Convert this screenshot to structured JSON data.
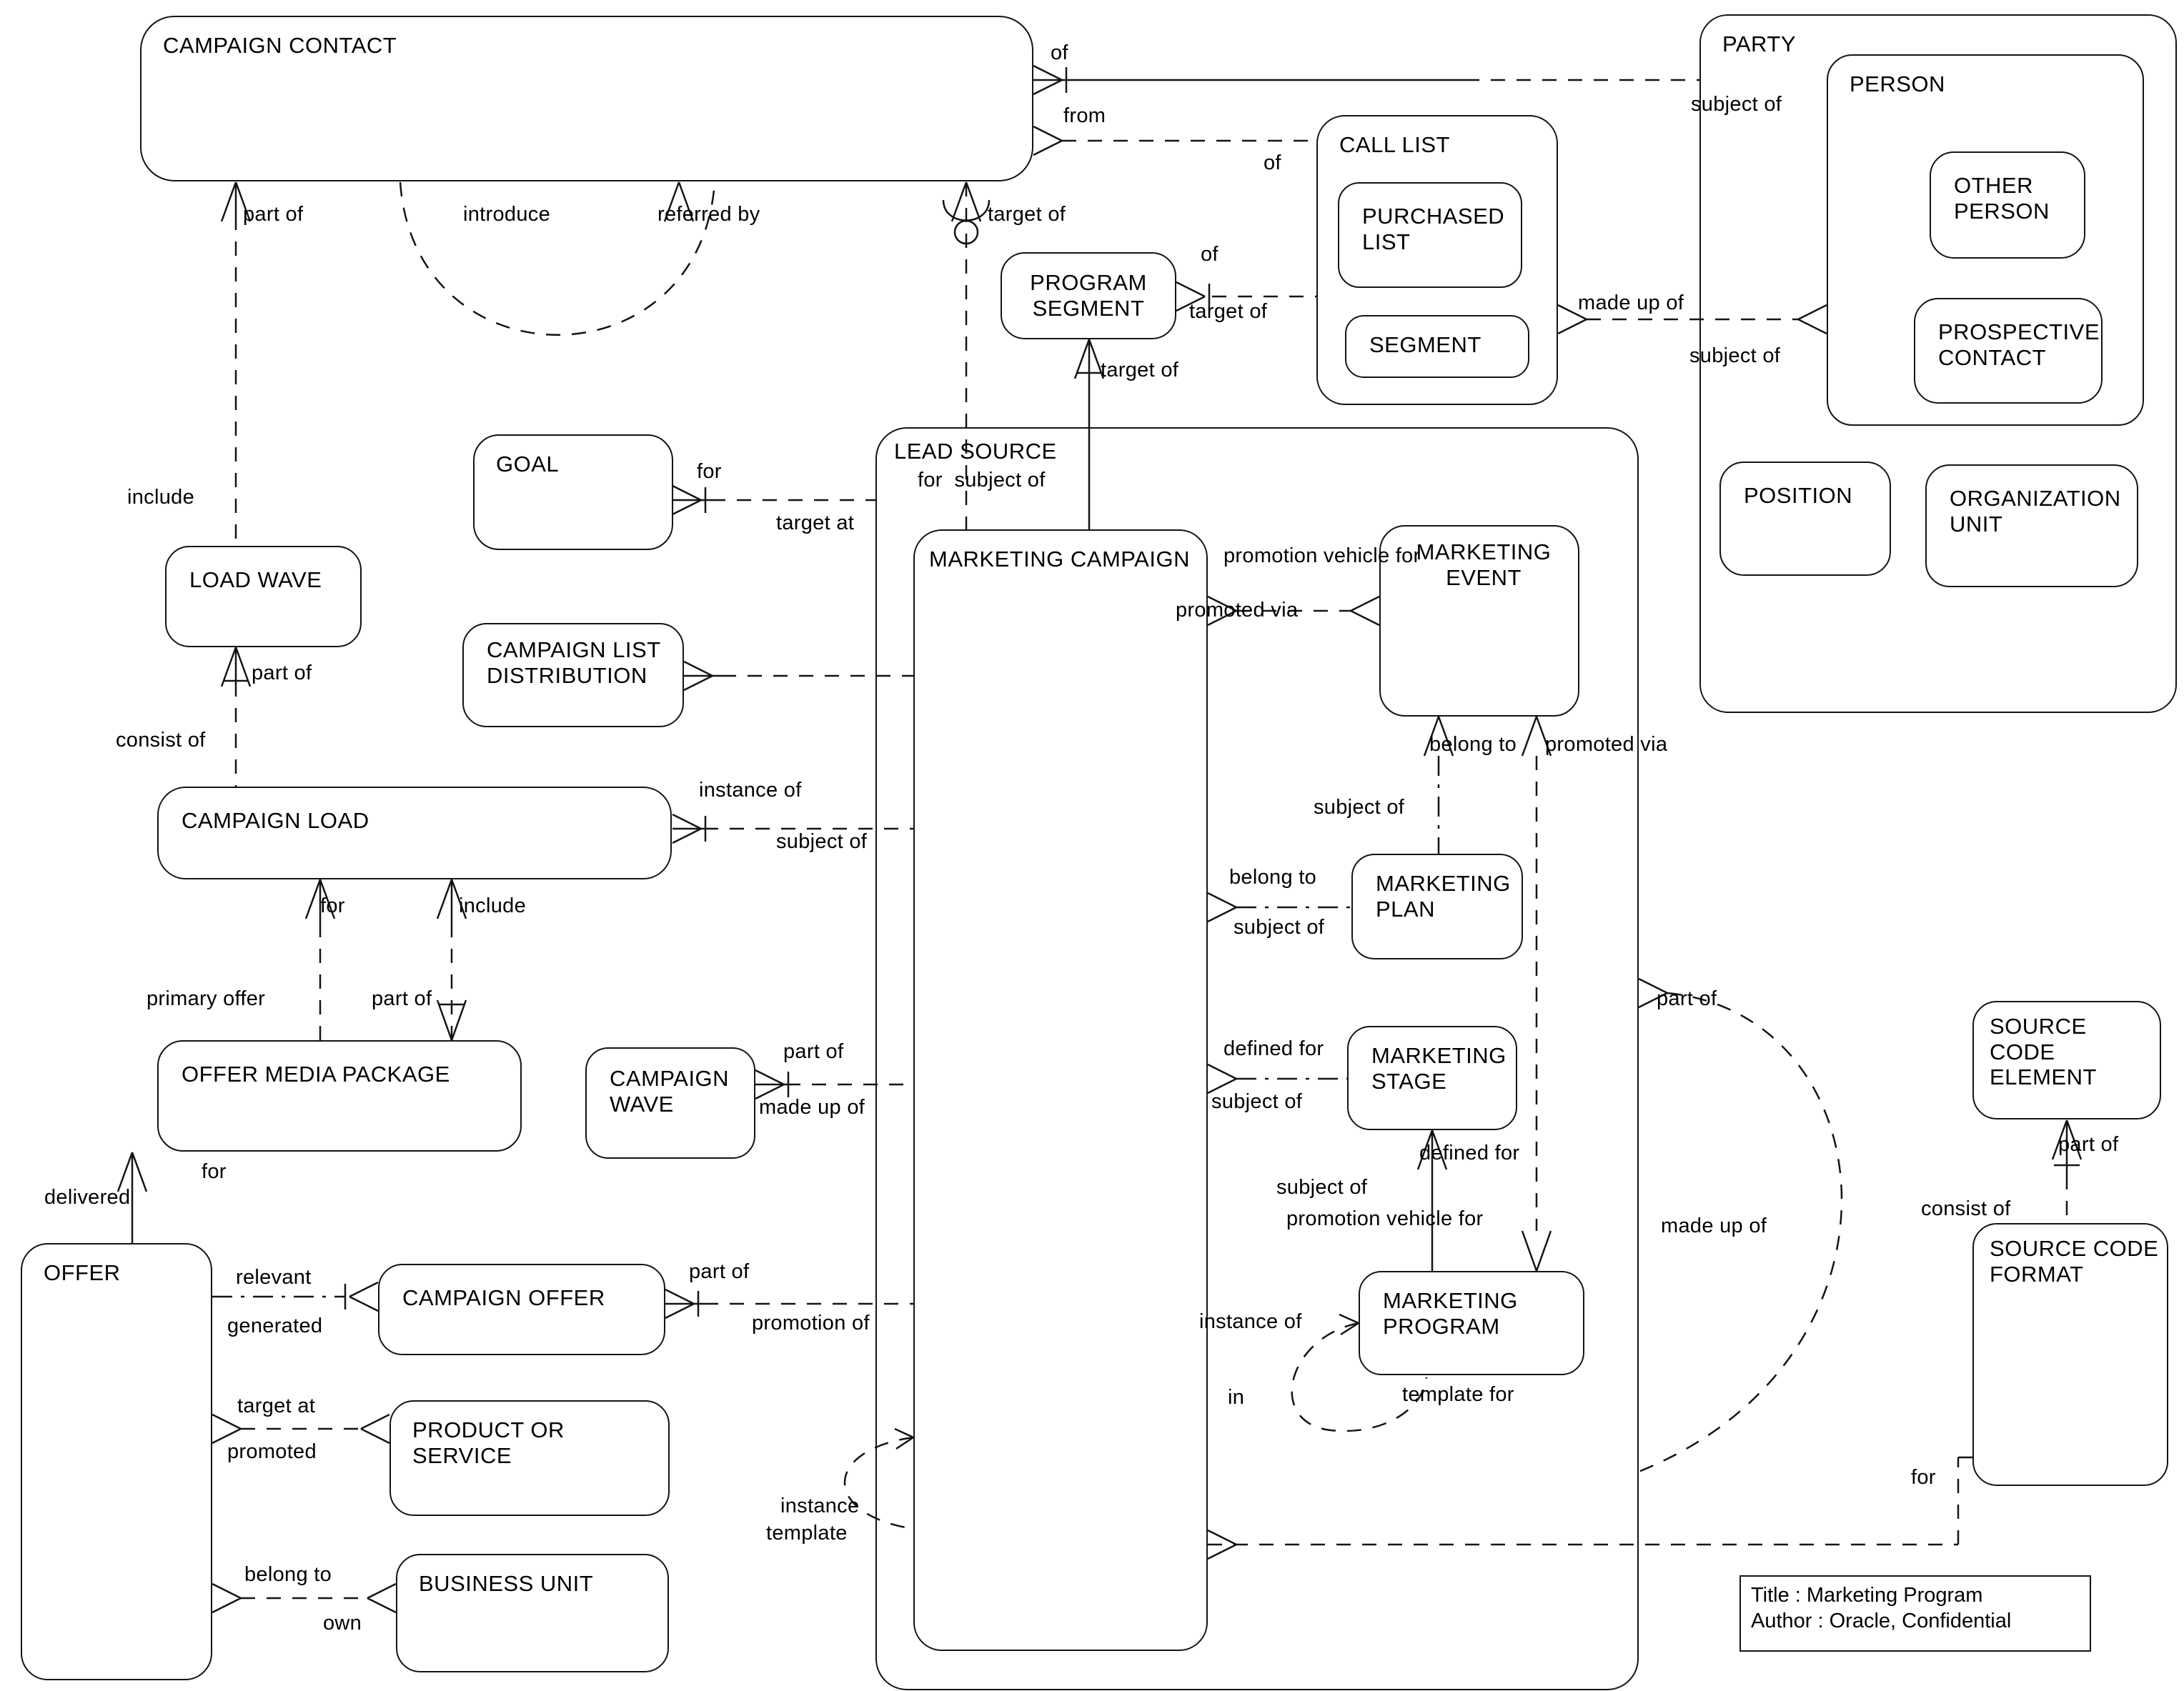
{
  "diagram": {
    "title_block": {
      "line1": "Title : Marketing Program",
      "line2": "Author : Oracle, Confidential"
    }
  },
  "entities": {
    "campaign_contact": "CAMPAIGN CONTACT",
    "party": "PARTY",
    "person": "PERSON",
    "other_person": "OTHER PERSON",
    "prospective_contact": "PROSPECTIVE CONTACT",
    "position": "POSITION",
    "organization_unit": "ORGANIZATION UNIT",
    "call_list": "CALL LIST",
    "purchased_list": "PURCHASED LIST",
    "segment": "SEGMENT",
    "program_segment": "PROGRAM SEGMENT",
    "goal": "GOAL",
    "load_wave": "LOAD WAVE",
    "campaign_list_distribution": "CAMPAIGN LIST DISTRIBUTION",
    "campaign_load": "CAMPAIGN LOAD",
    "lead_source": "LEAD SOURCE",
    "marketing_campaign": "MARKETING CAMPAIGN",
    "marketing_event": "MARKETING EVENT",
    "marketing_plan": "MARKETING PLAN",
    "marketing_stage": "MARKETING STAGE",
    "marketing_program": "MARKETING PROGRAM",
    "offer_media_package": "OFFER MEDIA PACKAGE",
    "campaign_wave": "CAMPAIGN WAVE",
    "offer": "OFFER",
    "campaign_offer": "CAMPAIGN OFFER",
    "product_or_service": "PRODUCT OR SERVICE",
    "business_unit": "BUSINESS UNIT",
    "source_code_element": "SOURCE CODE ELEMENT",
    "source_code_format": "SOURCE CODE FORMAT"
  },
  "rel": {
    "of_party": "of",
    "from_calllist": "from",
    "of_calllist": "of",
    "subject_of_party": "subject of",
    "part_of_cc": "part of",
    "introduce": "introduce",
    "referred_by": "referred by",
    "target_of_cc": "target of",
    "of_ps": "of",
    "target_of_ps_right": "target of",
    "made_up_of_person": "made up of",
    "subject_of_person": "subject of",
    "target_of_ps_bottom": "target of",
    "include_lw": "include",
    "for_goal": "for",
    "target_at_goal": "target at",
    "for_subject_of_ls": "for  subject of",
    "part_of_lw": "part of",
    "consist_of_cl": "consist of",
    "instance_of_cl": "instance of",
    "subject_of_cl": "subject of",
    "promotion_vehicle_for_me": "promotion vehicle for",
    "promoted_via_me": "promoted via",
    "belong_to_me": "belong to",
    "promoted_via_me2": "promoted via",
    "subject_of_mplan_top": "subject of",
    "belong_to_mplan": "belong to",
    "subject_of_mplan": "subject of",
    "for_cl": "for",
    "include_cl": "include",
    "primary_offer": "primary offer",
    "part_of_omp": "part of",
    "defined_for_mstage": "defined for",
    "subject_of_mstage": "subject of",
    "part_of_ls_arc": "part of",
    "part_of_cw": "part of",
    "made_up_of_cw": "made up of",
    "defined_for_mstage_bottom": "defined for",
    "subject_of_mprog": "subject of",
    "promotion_vehicle_for_mprog": "promotion vehicle for",
    "made_up_of_ls_arc": "made up of",
    "for_omp": "for",
    "delivered": "delivered",
    "relevant": "relevant",
    "generated": "generated",
    "part_of_co": "part of",
    "promotion_of": "promotion of",
    "instance_of_mprog": "instance of",
    "template_for": "template for",
    "in_mc": "in",
    "target_at_offer": "target at",
    "promoted_offer": "promoted",
    "instance_mc": "instance",
    "template_mc": "template",
    "belong_to_bu": "belong to",
    "own_bu": "own",
    "part_of_sce": "part of",
    "consist_of_scf": "consist of",
    "for_scf": "for"
  }
}
